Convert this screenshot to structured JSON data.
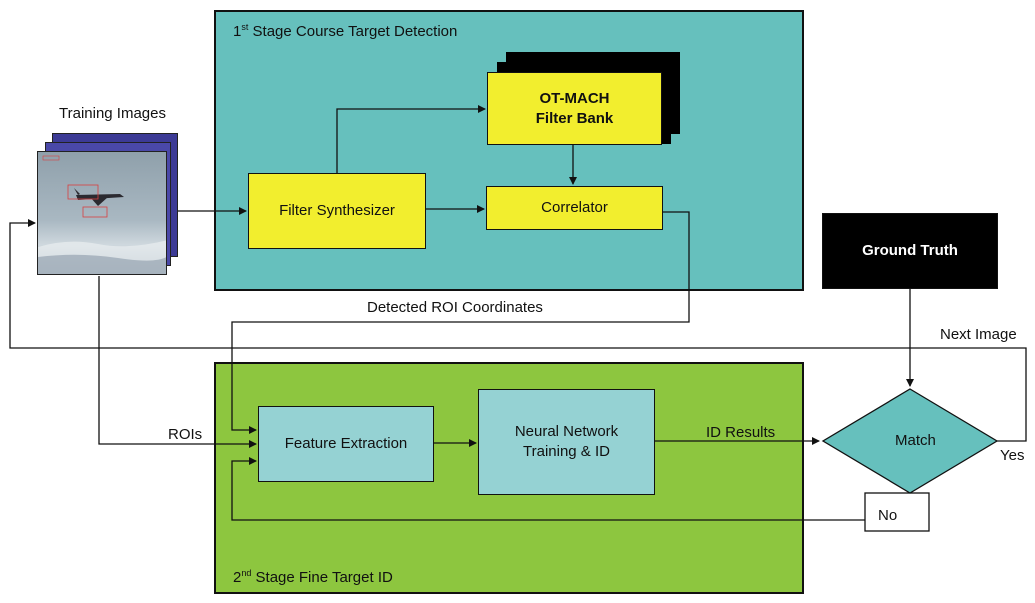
{
  "stage1": {
    "title_num": "1",
    "title_sup": "st",
    "title_rest": " Stage Course Target Detection"
  },
  "stage2": {
    "title_num": "2",
    "title_sup": "nd",
    "title_rest": " Stage Fine Target ID"
  },
  "boxes": {
    "ot_mach_line1": "OT-MACH",
    "ot_mach_line2": "Filter Bank",
    "filter_synth": "Filter Synthesizer",
    "correlator": "Correlator",
    "ground_truth": "Ground Truth",
    "feature_extraction": "Feature Extraction",
    "nn_line1": "Neural Network",
    "nn_line2": "Training & ID",
    "match": "Match"
  },
  "labels": {
    "training_images": "Training Images",
    "detected_roi": "Detected ROI Coordinates",
    "next_image": "Next Image",
    "rois": "ROIs",
    "id_results": "ID Results",
    "yes": "Yes",
    "no": "No"
  },
  "colors": {
    "stage1_bg": "#66c0bd",
    "stage2_bg": "#8dc63f",
    "yellow_box": "#f2ee2e",
    "teal_box": "#95d2d3",
    "image_stack_back": "#3c3a95"
  },
  "icons": {
    "training_image": "aircraft-photo-icon"
  }
}
